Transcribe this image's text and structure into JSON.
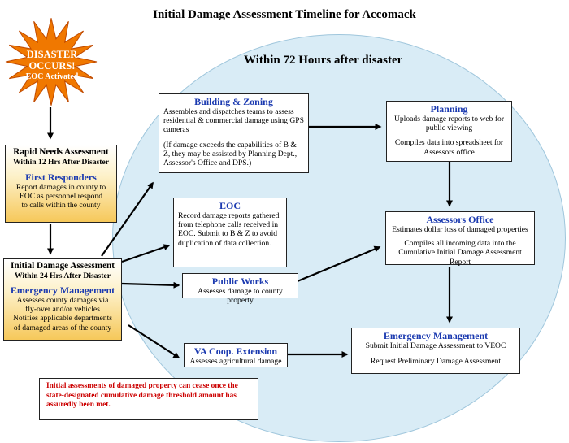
{
  "title": "Initial Damage Assessment Timeline for Accomack",
  "oval_label": "Within 72 Hours after disaster",
  "burst": {
    "line1": "DISASTER",
    "line2": "OCCURS!",
    "line3": "EOC Activated",
    "fill": "#f07800"
  },
  "rapid": {
    "title": "Rapid Needs Assessment",
    "subtitle": "Within 12 Hrs After Disaster",
    "heading": "First Responders",
    "lines": [
      "Report damages in county to",
      "EOC as personnel respond",
      "to calls within the county"
    ]
  },
  "initial": {
    "title": "Initial Damage Assessment",
    "subtitle": "Within 24 Hrs After Disaster",
    "heading": "Emergency Management",
    "lines": [
      "Assesses county damages via",
      "fly-over and/or vehicles",
      "Notifies applicable departments",
      "of damaged areas of the county"
    ]
  },
  "building": {
    "heading": "Building & Zoning",
    "text1": "Assembles and dispatches teams to assess residential & commercial damage using GPS cameras",
    "text2": "(If damage exceeds the capabilities of B & Z, they may be assisted by Planning Dept., Assessor's Office and DPS.)"
  },
  "eoc": {
    "heading": "EOC",
    "text": "Record damage reports gathered from telephone calls received in EOC.  Submit to B & Z to avoid duplication of data collection."
  },
  "public_works": {
    "heading": "Public Works",
    "text": "Assesses damage to county property"
  },
  "vacoop": {
    "heading": "VA Coop. Extension",
    "text": "Assesses agricultural damage"
  },
  "planning": {
    "heading": "Planning",
    "text1": "Uploads damage reports to web for public viewing",
    "text2": "Compiles data into spreadsheet for Assessors office"
  },
  "assessors": {
    "heading": "Assessors Office",
    "text1": "Estimates dollar loss of damaged properties",
    "text2": "Compiles all incoming data into the Cumulative Initial Damage Assessment Report"
  },
  "em": {
    "heading": "Emergency Management",
    "text1": "Submit Initial Damage Assessment to VEOC",
    "text2": "Request Preliminary Damage Assessment"
  },
  "note": "Initial assessments of damaged property can cease once the state-designated cumulative damage threshold amount has assuredly been met.",
  "colors": {
    "heading_blue": "#1b3ab0",
    "oval_fill": "#d9ecf6",
    "note_red": "#cc0000",
    "gold": "#f6c85a"
  }
}
